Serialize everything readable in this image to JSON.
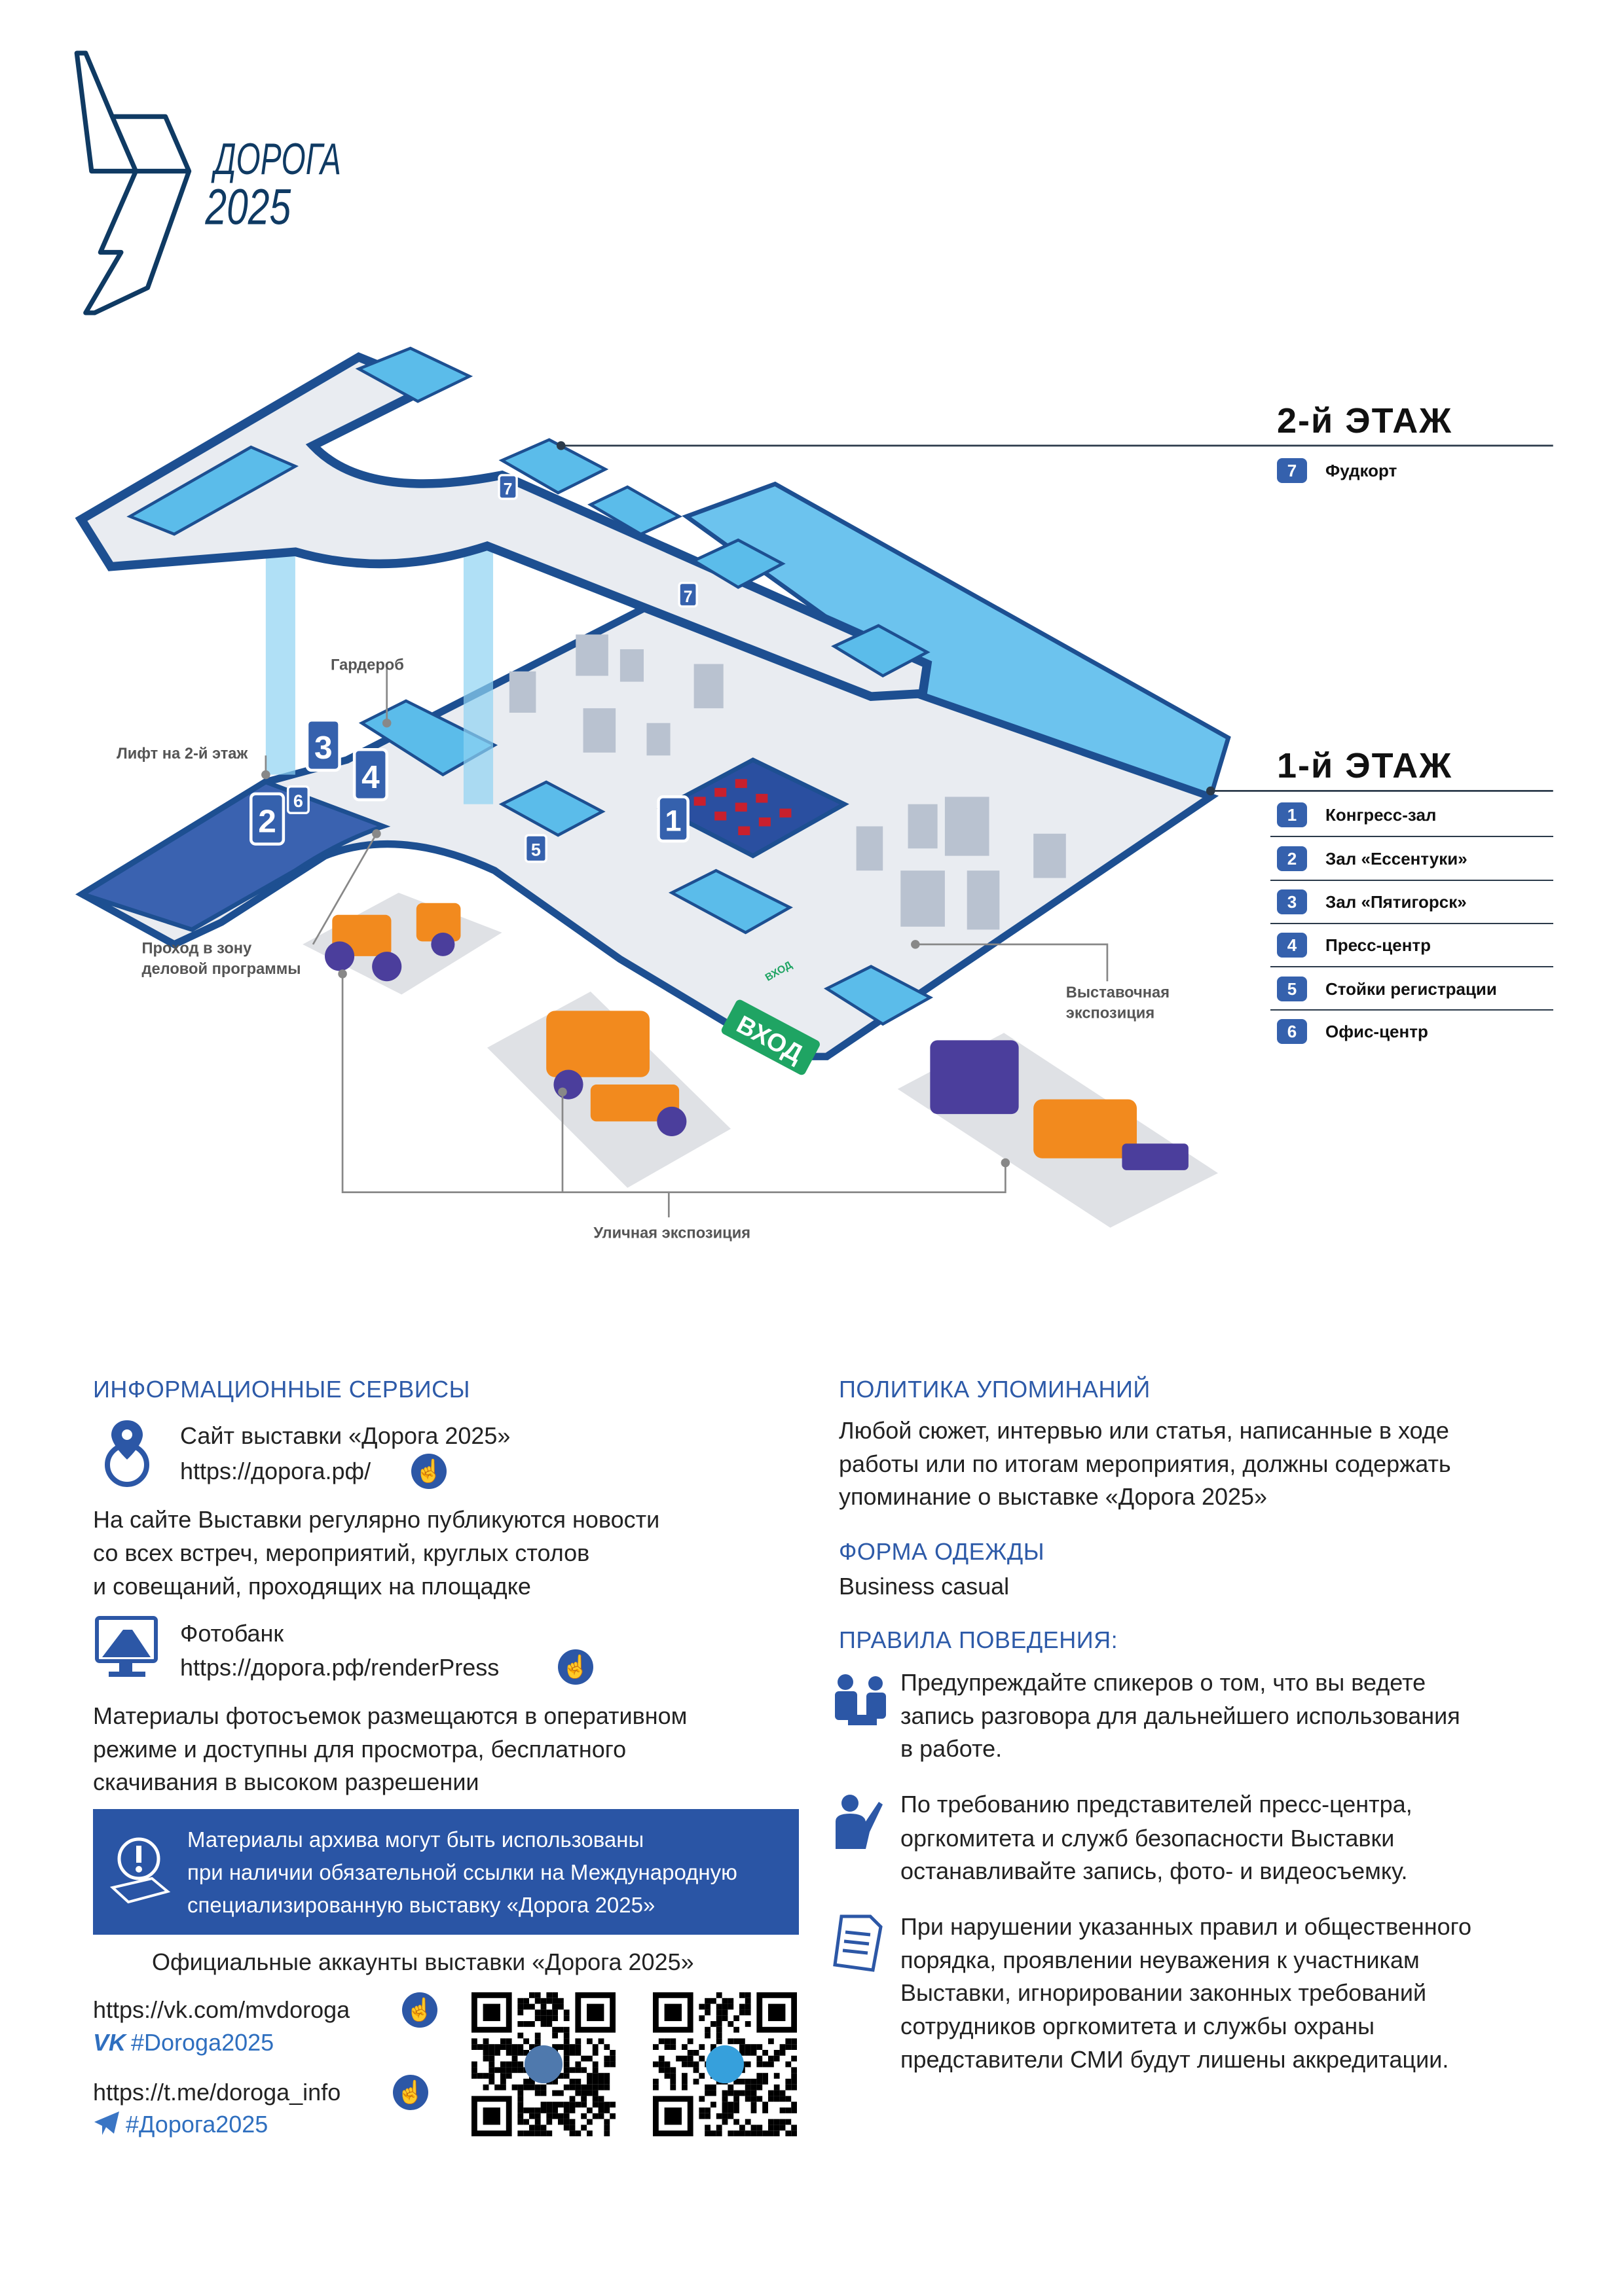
{
  "logo": {
    "line1": "ДОРОГА",
    "line2": "2025"
  },
  "colors": {
    "navy": "#0f3a63",
    "accent": "#2d5aa8",
    "badge": "#3561ad",
    "note_bg": "#2a55a5",
    "entrance": "#1fa463"
  },
  "floor2": {
    "title": "2-й ЭТАЖ",
    "items": [
      {
        "num": "7",
        "label": "Фудкорт"
      }
    ]
  },
  "floor1": {
    "title": "1-й ЭТАЖ",
    "items": [
      {
        "num": "1",
        "label": "Конгресс-зал"
      },
      {
        "num": "2",
        "label": "Зал «Ессентуки»"
      },
      {
        "num": "3",
        "label": "Зал «Пятигорск»"
      },
      {
        "num": "4",
        "label": "Пресс-центр"
      },
      {
        "num": "5",
        "label": "Стойки регистрации"
      },
      {
        "num": "6",
        "label": "Офис-центр"
      }
    ]
  },
  "map": {
    "wardrobe": "Гардероб",
    "lift": "Лифт на 2-й этаж",
    "passage_1": "Проход в зону",
    "passage_2": "деловой программы",
    "expo_1": "Выставочная",
    "expo_2": "экспозиция",
    "street": "Уличная экспозиция",
    "entrance": "ВХОД",
    "entrance_small": "ВХОД",
    "signs": [
      "1",
      "2",
      "3",
      "4",
      "5",
      "6",
      "7"
    ]
  },
  "info": {
    "title": "ИНФОРМАЦИОННЫЕ СЕРВИСЫ",
    "site_title": "Сайт выставки «Дорога 2025»",
    "site_url": "https://дорога.рф/",
    "site_text": [
      "На сайте Выставки регулярно публикуются новости",
      "со всех встреч, мероприятий, круглых столов",
      "и совещаний, проходящих на площадке"
    ],
    "photo_title": "Фотобанк",
    "photo_url": "https://дорога.рф/renderPress",
    "photo_text": [
      "Материалы фотосъемок размещаются в оперативном",
      "режиме и доступны для просмотра, бесплатного",
      "скачивания в высоком разрешении"
    ],
    "note": [
      "Материалы архива могут быть использованы",
      "при наличии обязательной ссылки на Международную",
      "специализированную выставку «Дорога 2025»"
    ],
    "accounts_title": "Официальные аккаунты выставки «Дорога 2025»",
    "vk_url": "https://vk.com/mvdoroga",
    "vk_tag": "#Doroga2025",
    "tg_url": "https://t.me/doroga_info",
    "tg_tag": "#Дорога2025"
  },
  "policy": {
    "title": "ПОЛИТИКА УПОМИНАНИЙ",
    "text": [
      "Любой сюжет, интервью или статья, написанные в ходе",
      "работы или по итогам мероприятия, должны содержать",
      "упоминание о выставке «Дорога 2025»"
    ],
    "dress_title": "ФОРМА ОДЕЖДЫ",
    "dress_text": "Business casual",
    "rules_title": "ПРАВИЛА ПОВЕДЕНИЯ:",
    "rules": [
      [
        "Предупреждайте спикеров о том, что вы ведете",
        "запись разговора для дальнейшего использования",
        "в работе."
      ],
      [
        "По требованию представителей пресс-центра,",
        "оргкомитета и служб безопасности Выставки",
        "останавливайте запись, фото- и видеосъемку."
      ],
      [
        "При нарушении указанных правил и общественного",
        "порядка, проявлении неуважения к участникам",
        "Выставки, игнорировании законных требований",
        "сотрудников оргкомитета и службы охраны",
        "представители СМИ будут лишены аккредитации."
      ]
    ]
  }
}
